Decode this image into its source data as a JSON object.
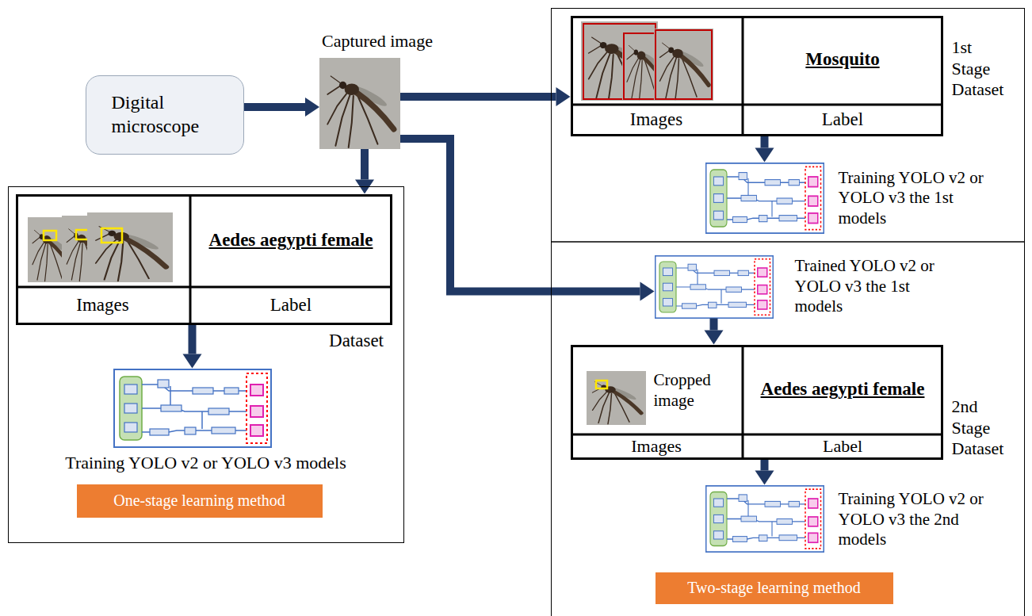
{
  "diagram": {
    "nodes": [
      {
        "text": [
          "Digital microscope"
        ]
      },
      {
        "text": [
          "Captured image"
        ]
      },
      {
        "text": [
          "One-stage learning method"
        ]
      },
      {
        "text": [
          "Aedes aegypti female",
          "Images",
          "Label",
          "Dataset"
        ],
        "in": 2
      },
      {
        "text": [
          "Training YOLO v2 or YOLO v3 models"
        ],
        "in": 2
      },
      {
        "text": [
          "Two-stage learning method"
        ]
      },
      {
        "text": [
          "Mosquito",
          "Images",
          "Label",
          "1st Stage Dataset"
        ],
        "in": 5
      },
      {
        "text": [
          "Training YOLO v2 or YOLO v3 the 1st models"
        ],
        "in": 5
      },
      {
        "text": [
          "Trained YOLO v2 or YOLO v3 the 1st models"
        ],
        "in": 5
      },
      {
        "text": [
          "Cropped image",
          "Aedes aegypti female",
          "Images",
          "Label",
          "2nd Stage Dataset"
        ],
        "in": 5
      },
      {
        "text": [
          "Training YOLO v2 or YOLO v3 the 2nd models"
        ],
        "in": 5
      }
    ],
    "edges": [
      {
        "from": 0,
        "to": 1,
        "arrow": "to"
      },
      {
        "from": 1,
        "to": 6,
        "arrow": "to"
      },
      {
        "from": 1,
        "to": 3,
        "arrow": "to"
      },
      {
        "from": 1,
        "to": 8,
        "arrow": "to"
      },
      {
        "from": 3,
        "to": 4,
        "arrow": "to"
      },
      {
        "from": 6,
        "to": 7,
        "arrow": "to"
      },
      {
        "from": 8,
        "to": 9,
        "arrow": "to"
      },
      {
        "from": 9,
        "to": 10,
        "arrow": "to"
      }
    ]
  }
}
